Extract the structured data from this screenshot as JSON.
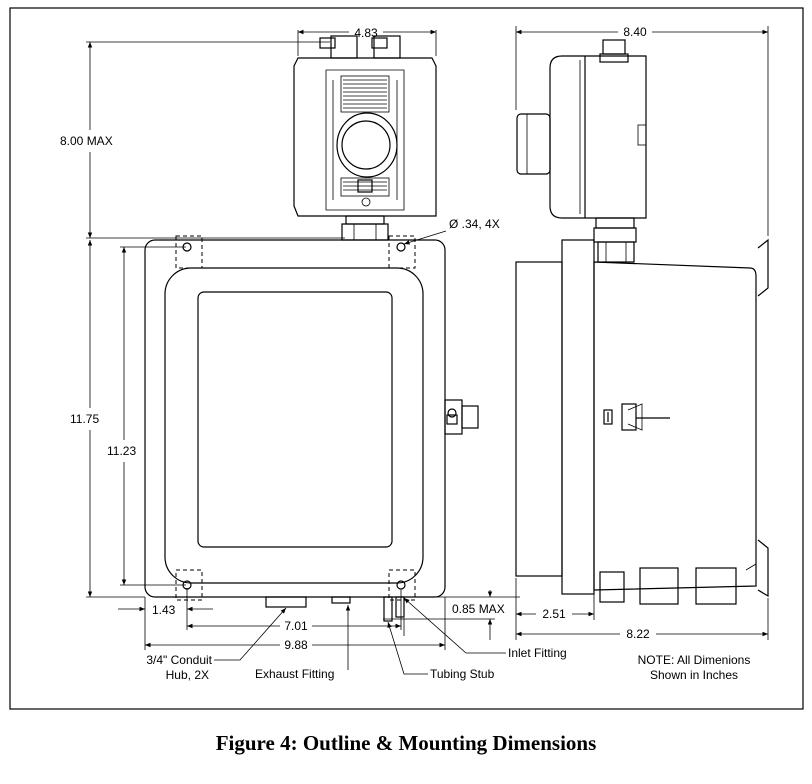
{
  "caption": "Figure 4: Outline & Mounting Dimensions",
  "dimensions": {
    "top_width": "4.83",
    "side_width": "8.40",
    "height_max": "8.00 MAX",
    "hole_dia": "Ø .34, 4X",
    "overall_height": "11.75",
    "hole_spacing_vertical": "11.23",
    "edge_offset": "1.43",
    "inlet_max": "0.85 MAX",
    "hole_spacing_horizontal": "7.01",
    "overall_width": "9.88",
    "depth_small": "2.51",
    "depth_overall": "8.22"
  },
  "callouts": {
    "conduit_line1": "3/4\" Conduit",
    "conduit_line2": "Hub, 2X",
    "exhaust": "Exhaust Fitting",
    "tubing": "Tubing Stub",
    "inlet": "Inlet Fitting"
  },
  "note": {
    "line1": "NOTE: All Dimenions",
    "line2": "Shown in Inches"
  }
}
